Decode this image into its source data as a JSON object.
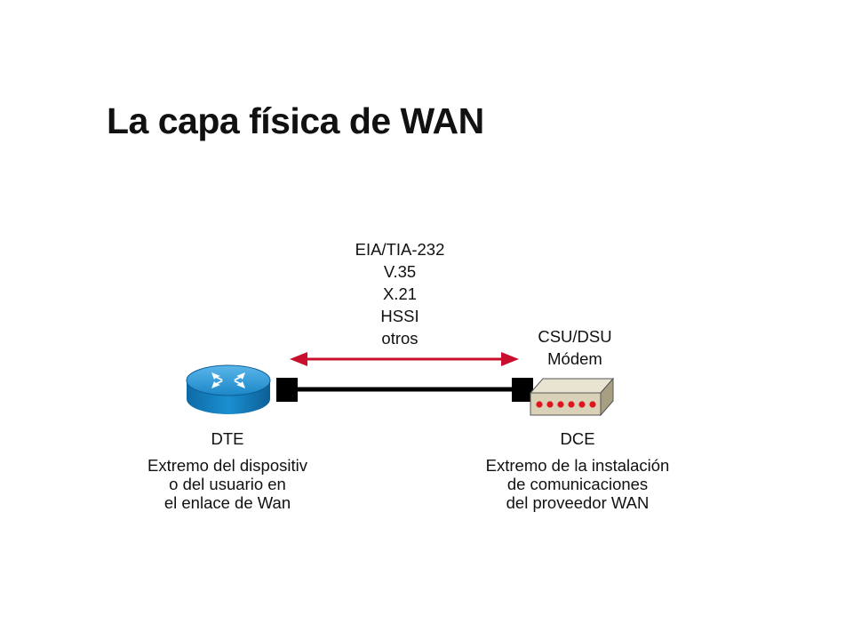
{
  "title": "La capa física de WAN",
  "protocols": [
    "EIA/TIA-232",
    "V.35",
    "X.21",
    "HSSI",
    "otros"
  ],
  "dce_device_labels": [
    "CSU/DSU",
    "Módem"
  ],
  "dte": {
    "heading": "DTE",
    "description": [
      "Extremo del dispositiv",
      "o del usuario en",
      "el enlace de Wan"
    ]
  },
  "dce": {
    "heading": "DCE",
    "description": [
      "Extremo de la instalación",
      "de comunicaciones",
      "del proveedor WAN"
    ]
  },
  "colors": {
    "arrow": "#c8102e",
    "router_blue": "#1a8fd0",
    "modem_body": "#d9d2b8",
    "modem_leds": "#e0141e",
    "cable": "#000000"
  },
  "icons": {
    "router": "router-icon",
    "modem": "modem-icon"
  }
}
